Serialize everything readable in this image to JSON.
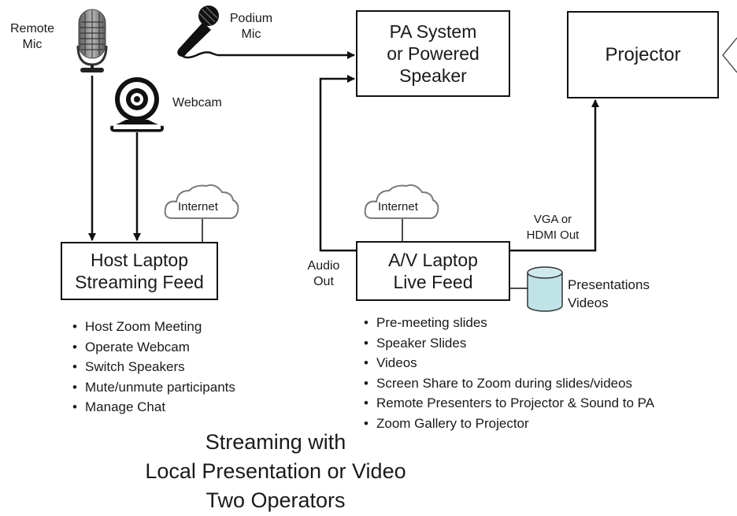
{
  "nodes": {
    "remote_mic": "Remote\nMic",
    "podium_mic": "Podium\nMic",
    "webcam": "Webcam",
    "pa_system": [
      "PA System",
      "or Powered",
      "Speaker"
    ],
    "projector": "Projector",
    "host_laptop": [
      "Host Laptop",
      "Streaming Feed"
    ],
    "av_laptop": [
      "A/V Laptop",
      "Live Feed"
    ],
    "internet_left": "Internet",
    "internet_right": "Internet",
    "storage": "Presentations\nVideos"
  },
  "edge_labels": {
    "audio_out": "Audio\nOut",
    "vga_hdmi": "VGA or\nHDMI Out"
  },
  "host_tasks": [
    "Host Zoom Meeting",
    "Operate Webcam",
    "Switch Speakers",
    "Mute/unmute participants",
    "Manage Chat"
  ],
  "av_tasks": [
    "Pre-meeting slides",
    "Speaker Slides",
    "Videos",
    "Screen Share to Zoom during slides/videos",
    "Remote Presenters to Projector & Sound to PA",
    "Zoom Gallery to Projector"
  ],
  "title_lines": [
    "Streaming with",
    "Local Presentation or Video",
    "Two Operators"
  ],
  "colors": {
    "line": "#111111",
    "storage_fill": "#bfe3e6",
    "mic_grey": "#808080"
  }
}
